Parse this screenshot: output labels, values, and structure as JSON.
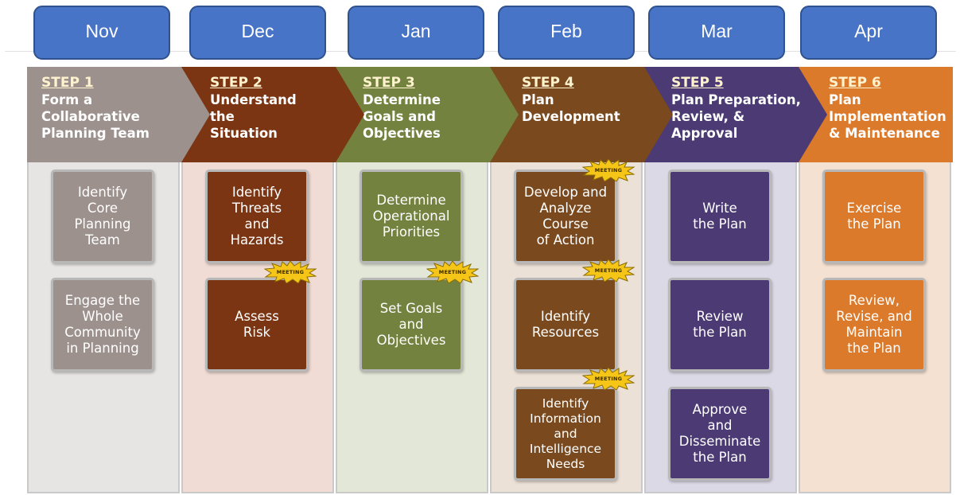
{
  "months": [
    "Nov",
    "Dec",
    "Jan",
    "Feb",
    "Mar",
    "Apr"
  ],
  "meeting_label": "MEETING",
  "colors": {
    "month_fill": "#4874c7",
    "step1": "#9d918d",
    "step2": "#7b3513",
    "step3": "#73823f",
    "step4": "#7a4a1e",
    "step5": "#4b3a74",
    "step6": "#dc7a2c"
  },
  "steps": [
    {
      "step": "STEP 1",
      "title": "Form a\nCollaborative\nPlanning Team",
      "boxes": [
        "Identify\nCore\nPlanning\nTeam",
        "Engage the\nWhole\nCommunity\nin Planning"
      ]
    },
    {
      "step": "STEP 2",
      "title": "Understand\nthe\nSituation",
      "boxes": [
        "Identify\nThreats\nand\nHazards",
        "Assess\nRisk"
      ]
    },
    {
      "step": "STEP 3",
      "title": "Determine\nGoals and\nObjectives",
      "boxes": [
        "Determine\nOperational\nPriorities",
        "Set Goals\nand\nObjectives"
      ]
    },
    {
      "step": "STEP 4",
      "title": "Plan\nDevelopment",
      "boxes": [
        "Develop and\nAnalyze\nCourse\nof Action",
        "Identify\nResources",
        "Identify\nInformation\nand\nIntelligence\nNeeds"
      ]
    },
    {
      "step": "STEP 5",
      "title": "Plan Preparation,\nReview, &\nApproval",
      "boxes": [
        "Write\nthe Plan",
        "Review\nthe Plan",
        "Approve\nand\nDisseminate\nthe Plan"
      ]
    },
    {
      "step": "STEP 6",
      "title": "Plan\nImplementation\n& Maintenance",
      "boxes": [
        "Exercise\nthe Plan",
        "Review,\nRevise, and\nMaintain\nthe Plan"
      ]
    }
  ]
}
